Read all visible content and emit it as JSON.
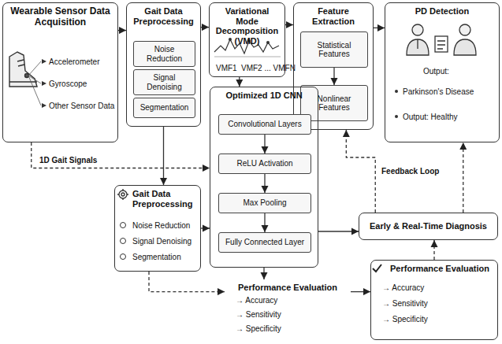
{
  "diagram": {
    "nodes": [
      {
        "text": [
          "Wearable Sensor Data Acquisition",
          "Accelerometer",
          "Gyroscope",
          "Other Sensor Data"
        ]
      },
      {
        "text": [
          "Gait Data Preprocessing"
        ]
      },
      {
        "text": [
          "Noise Reduction"
        ],
        "in": 1
      },
      {
        "text": [
          "Signal Denoising"
        ],
        "in": 1
      },
      {
        "text": [
          "Segmentation"
        ],
        "in": 1
      },
      {
        "text": [
          "Variational Mode Decomposition (VMD)",
          "VMF1",
          "VMF2 ... VMFN"
        ]
      },
      {
        "text": [
          "Feature Extraction"
        ]
      },
      {
        "text": [
          "Statistical Features"
        ],
        "in": 6
      },
      {
        "text": [
          "Nonlinear Features"
        ],
        "in": 6
      },
      {
        "text": [
          "PD Detection",
          "Output:",
          "Parkinson's Disease",
          "Output: Healthy"
        ]
      },
      {
        "text": [
          "Optimized 1D CNN"
        ]
      },
      {
        "text": [
          "Convolutional Layers"
        ],
        "in": 10
      },
      {
        "text": [
          "ReLU Activation"
        ],
        "in": 10
      },
      {
        "text": [
          "Max Pooling"
        ],
        "in": 10
      },
      {
        "text": [
          "Fully Connected Layer"
        ],
        "in": 10
      },
      {
        "text": [
          "Gait Data Preprocessing",
          "Noise Reduction",
          "Signal Denoising",
          "Segmentation"
        ]
      },
      {
        "text": [
          "Early & Real-Time Diagnosis"
        ]
      },
      {
        "text": [
          "Performance Evaluation",
          "→ Accuracy",
          "→ Sensitivity",
          "→ Specificity"
        ]
      },
      {
        "text": [
          "Performance Evaluation",
          "→ Accuracy",
          "→ Sensitivity",
          "→ Specificity"
        ]
      }
    ],
    "edges": [
      {
        "from": 0,
        "to": 1,
        "arrow": "to"
      },
      {
        "from": 1,
        "to": 5,
        "arrow": "to"
      },
      {
        "from": 5,
        "to": 6,
        "arrow": "to"
      },
      {
        "from": 6,
        "to": 9,
        "arrow": "to"
      },
      {
        "from": 0,
        "to": 10,
        "label": "1D Gait Signals",
        "arrow": "to"
      },
      {
        "from": 1,
        "to": 15,
        "arrow": "to"
      },
      {
        "from": 15,
        "to": 10,
        "arrow": "to"
      },
      {
        "from": 5,
        "to": 10,
        "arrow": "to"
      },
      {
        "from": 10,
        "to": 17,
        "arrow": "to"
      },
      {
        "from": 15,
        "to": 17,
        "arrow": "to"
      },
      {
        "from": 17,
        "to": 18,
        "arrow": "to"
      },
      {
        "from": 10,
        "to": 16,
        "arrow": "to"
      },
      {
        "from": 18,
        "to": 16,
        "arrow": "to"
      },
      {
        "from": 16,
        "to": 9,
        "arrow": "to"
      },
      {
        "from": 16,
        "to": 6,
        "label": "Feedback Loop",
        "arrow": "to"
      },
      {
        "from": 11,
        "to": 12,
        "arrow": "to"
      },
      {
        "from": 12,
        "to": 13,
        "arrow": "to"
      },
      {
        "from": 13,
        "to": 14,
        "arrow": "to"
      },
      {
        "from": 7,
        "to": 8,
        "arrow": "to"
      }
    ]
  }
}
